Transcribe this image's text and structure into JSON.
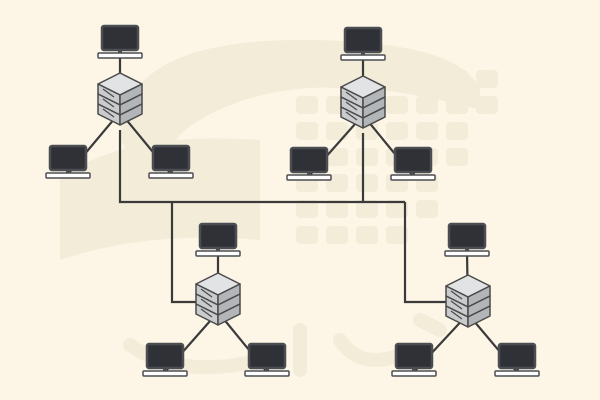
{
  "colors": {
    "background": "#fdf6e6",
    "watermark": "#f3ecd9",
    "link": "#3a3a3a",
    "server_fill": "#c9cbcd",
    "server_top": "#e2e3e5",
    "server_outline": "#4a4a4a",
    "monitor_screen": "#2f3136",
    "monitor_frame": "#4a4d52",
    "keyboard": "#ffffff"
  },
  "diagram": {
    "title": "",
    "servers": [
      {
        "id": "server-1",
        "name": "server-top-left"
      },
      {
        "id": "server-2",
        "name": "server-top-right"
      },
      {
        "id": "server-3",
        "name": "server-bottom-left"
      },
      {
        "id": "server-4",
        "name": "server-bottom-right"
      }
    ],
    "clients": [
      {
        "id": "pc-1a",
        "server": "server-1"
      },
      {
        "id": "pc-1b",
        "server": "server-1"
      },
      {
        "id": "pc-1c",
        "server": "server-1"
      },
      {
        "id": "pc-2a",
        "server": "server-2"
      },
      {
        "id": "pc-2b",
        "server": "server-2"
      },
      {
        "id": "pc-2c",
        "server": "server-2"
      },
      {
        "id": "pc-3a",
        "server": "server-3"
      },
      {
        "id": "pc-3b",
        "server": "server-3"
      },
      {
        "id": "pc-3c",
        "server": "server-3"
      },
      {
        "id": "pc-4a",
        "server": "server-4"
      },
      {
        "id": "pc-4b",
        "server": "server-4"
      },
      {
        "id": "pc-4c",
        "server": "server-4"
      }
    ],
    "backbone_links": [
      {
        "from": "server-1",
        "to": "backbone"
      },
      {
        "from": "server-2",
        "to": "backbone"
      },
      {
        "from": "server-3",
        "to": "backbone"
      },
      {
        "from": "server-4",
        "to": "backbone"
      }
    ]
  }
}
